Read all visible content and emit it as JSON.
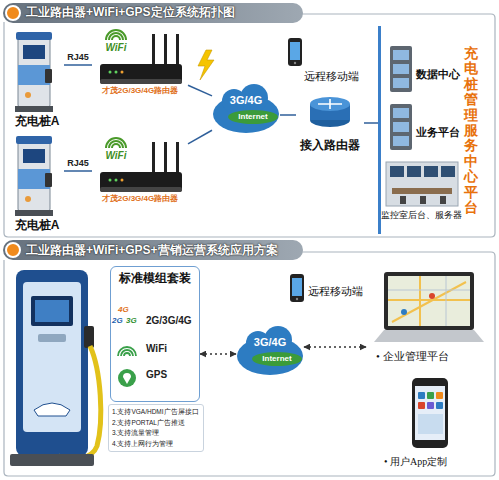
{
  "diagram": {
    "nodes": [
      {
        "text": [
          "工业路由器+WiFi+GPS定位系统拓扑图"
        ]
      },
      {
        "text": [
          "充电桩A"
        ],
        "in": 0
      },
      {
        "text": [
          "WiFi",
          "才茂2G/3G/4G路由器"
        ],
        "in": 0
      },
      {
        "text": [
          "充电桩A"
        ],
        "in": 0
      },
      {
        "text": [
          "WiFi",
          "才茂2G/3G/4G路由器"
        ],
        "in": 0
      },
      {
        "text": [
          "3G/4G",
          "Internet"
        ],
        "in": 0
      },
      {
        "text": [
          "远程移动端"
        ],
        "in": 0
      },
      {
        "text": [
          "接入路由器"
        ],
        "in": 0
      },
      {
        "text": [
          "充电桩管理服务中心平台"
        ],
        "in": 0
      },
      {
        "text": [
          "数据中心"
        ],
        "in": 8
      },
      {
        "text": [
          "业务平台"
        ],
        "in": 8
      },
      {
        "text": [
          "监控室后台、服务器"
        ],
        "in": 8
      },
      {
        "text": [
          "工业路由器+WiFi+GPS+营销运营系统应用方案"
        ]
      },
      {
        "text": [
          "标准模组套装",
          "2G/3G/4G",
          "WiFi",
          "GPS"
        ],
        "in": 12
      },
      {
        "text": [
          "1.支持VGA/HDMI广告屏接口",
          "2.支持PORTAL广告推送",
          "3.支持流量管理",
          "4.支持上网行为管理"
        ],
        "in": 12
      },
      {
        "text": [
          "3G/4G",
          "Internet"
        ],
        "in": 12
      },
      {
        "text": [
          "远程移动端"
        ],
        "in": 12
      },
      {
        "text": [
          "• 企业管理平台"
        ],
        "in": 12
      },
      {
        "text": [
          "• 用户App定制"
        ],
        "in": 12
      }
    ],
    "edges": [
      {
        "from": 1,
        "to": 2,
        "label": "RJ45",
        "arrow": "none"
      },
      {
        "from": 3,
        "to": 4,
        "label": "RJ45",
        "arrow": "none"
      },
      {
        "from": 2,
        "to": 5,
        "arrow": "none"
      },
      {
        "from": 4,
        "to": 5,
        "arrow": "none"
      },
      {
        "from": 5,
        "to": 7,
        "arrow": "none"
      },
      {
        "from": 7,
        "to": 8,
        "arrow": "none"
      },
      {
        "from": 13,
        "to": 15,
        "arrow": "both"
      },
      {
        "from": 15,
        "to": 17,
        "arrow": "both"
      }
    ],
    "labels": [
      "4G",
      "2G",
      "3G"
    ]
  }
}
